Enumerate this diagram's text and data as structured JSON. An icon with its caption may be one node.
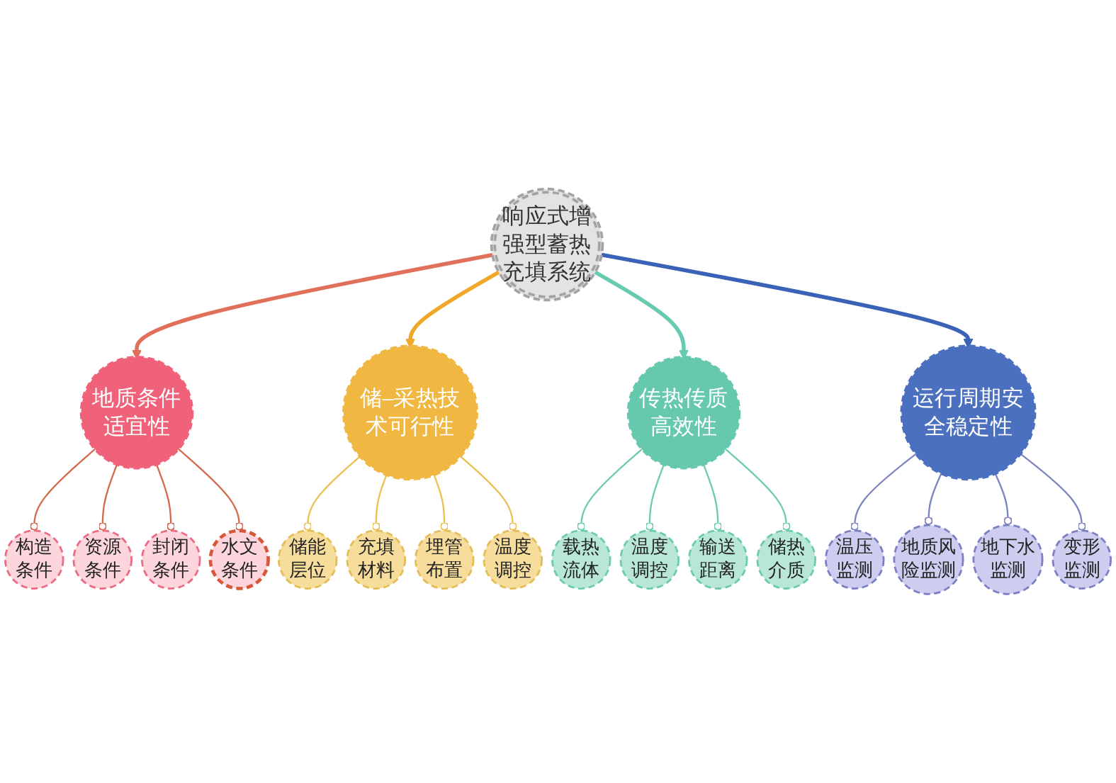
{
  "diagram": {
    "nodes": [
      {
        "text": [
          "响应式增强型蓄热充填系统"
        ]
      },
      {
        "text": [
          "地质条件适宜性"
        ]
      },
      {
        "text": [
          "构造条件"
        ]
      },
      {
        "text": [
          "资源条件"
        ]
      },
      {
        "text": [
          "封闭条件"
        ]
      },
      {
        "text": [
          "水文条件"
        ]
      },
      {
        "text": [
          "储–采热技术可行性"
        ]
      },
      {
        "text": [
          "储能层位"
        ]
      },
      {
        "text": [
          "充填材料"
        ]
      },
      {
        "text": [
          "埋管布置"
        ]
      },
      {
        "text": [
          "温度调控"
        ]
      },
      {
        "text": [
          "传热传质高效性"
        ]
      },
      {
        "text": [
          "载热流体"
        ]
      },
      {
        "text": [
          "温度调控"
        ]
      },
      {
        "text": [
          "输送距离"
        ]
      },
      {
        "text": [
          "储热介质"
        ]
      },
      {
        "text": [
          "运行周期安全稳定性"
        ]
      },
      {
        "text": [
          "温压监测"
        ]
      },
      {
        "text": [
          "地质风险监测"
        ]
      },
      {
        "text": [
          "地下水监测"
        ]
      },
      {
        "text": [
          "变形监测"
        ]
      }
    ],
    "edges": [
      {
        "from": 0,
        "to": 1,
        "arrow": "to",
        "style": "thick",
        "color": "#e0705a"
      },
      {
        "from": 0,
        "to": 6,
        "arrow": "to",
        "style": "thick",
        "color": "#f0a828"
      },
      {
        "from": 0,
        "to": 11,
        "arrow": "to",
        "style": "thick",
        "color": "#66cbb0"
      },
      {
        "from": 0,
        "to": 16,
        "arrow": "to",
        "style": "thick",
        "color": "#3a63b8"
      },
      {
        "from": 1,
        "to": 2,
        "arrow": "other",
        "color": "#d4694c"
      },
      {
        "from": 1,
        "to": 3,
        "arrow": "other",
        "color": "#d4694c"
      },
      {
        "from": 1,
        "to": 4,
        "arrow": "other",
        "color": "#d4694c"
      },
      {
        "from": 1,
        "to": 5,
        "arrow": "other",
        "color": "#d4694c"
      },
      {
        "from": 6,
        "to": 7,
        "arrow": "other",
        "color": "#ebbf52"
      },
      {
        "from": 6,
        "to": 8,
        "arrow": "other",
        "color": "#ebbf52"
      },
      {
        "from": 6,
        "to": 9,
        "arrow": "other",
        "color": "#ebbf52"
      },
      {
        "from": 6,
        "to": 10,
        "arrow": "other",
        "color": "#ebbf52"
      },
      {
        "from": 11,
        "to": 12,
        "arrow": "other",
        "color": "#6ccbad"
      },
      {
        "from": 11,
        "to": 13,
        "arrow": "other",
        "color": "#6ccbad"
      },
      {
        "from": 11,
        "to": 14,
        "arrow": "other",
        "color": "#6ccbad"
      },
      {
        "from": 11,
        "to": 15,
        "arrow": "other",
        "color": "#6ccbad"
      },
      {
        "from": 16,
        "to": 17,
        "arrow": "other",
        "color": "#7c84c0"
      },
      {
        "from": 16,
        "to": 18,
        "arrow": "other",
        "color": "#7c84c0"
      },
      {
        "from": 16,
        "to": 19,
        "arrow": "other",
        "color": "#7c84c0"
      },
      {
        "from": 16,
        "to": 20,
        "arrow": "other",
        "color": "#7c84c0"
      }
    ]
  }
}
